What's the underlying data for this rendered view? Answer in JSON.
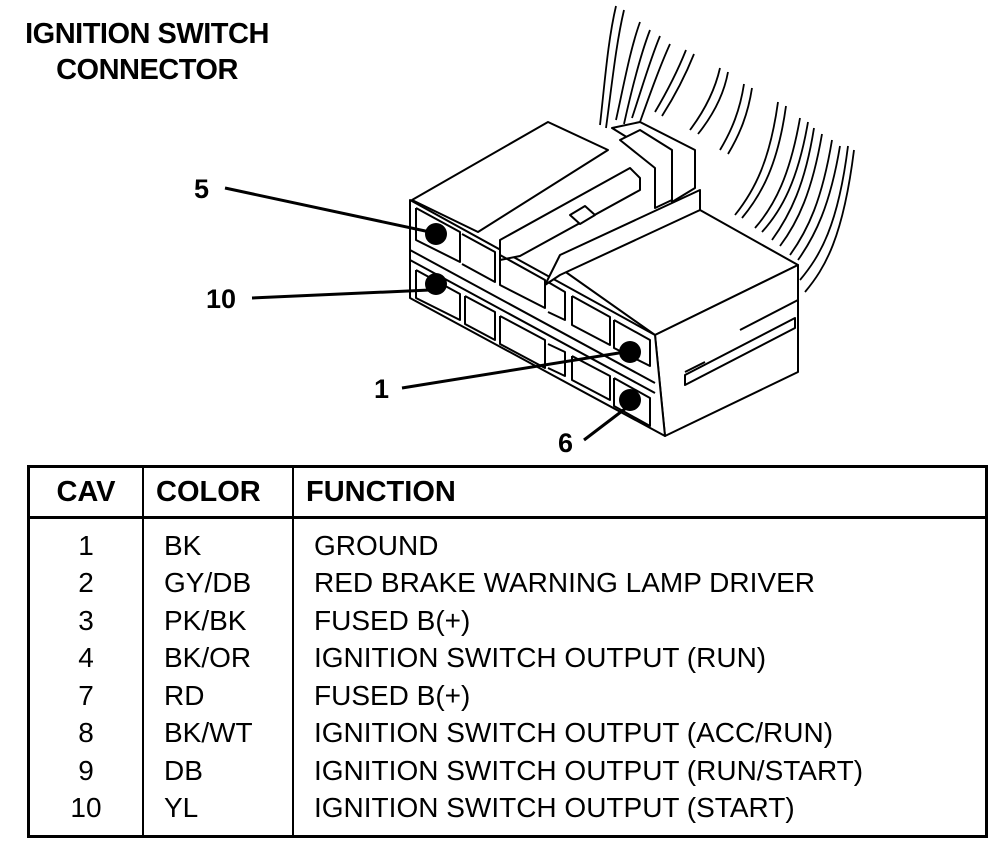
{
  "title": {
    "line1": "IGNITION SWITCH",
    "line2": "CONNECTOR"
  },
  "callouts": [
    {
      "label": "5",
      "target": "cavity-5"
    },
    {
      "label": "10",
      "target": "cavity-10"
    },
    {
      "label": "1",
      "target": "cavity-1"
    },
    {
      "label": "6",
      "target": "cavity-6"
    }
  ],
  "table": {
    "headers": {
      "cav": "CAV",
      "color": "COLOR",
      "function": "FUNCTION"
    },
    "rows": [
      {
        "cav": "1",
        "color": "BK",
        "function": "GROUND"
      },
      {
        "cav": "2",
        "color": "GY/DB",
        "function": "RED BRAKE WARNING LAMP DRIVER"
      },
      {
        "cav": "3",
        "color": "PK/BK",
        "function": "FUSED B(+)"
      },
      {
        "cav": "4",
        "color": "BK/OR",
        "function": "IGNITION SWITCH OUTPUT (RUN)"
      },
      {
        "cav": "7",
        "color": "RD",
        "function": "FUSED B(+)"
      },
      {
        "cav": "8",
        "color": "BK/WT",
        "function": "IGNITION SWITCH OUTPUT (ACC/RUN)"
      },
      {
        "cav": "9",
        "color": "DB",
        "function": "IGNITION SWITCH OUTPUT (RUN/START)"
      },
      {
        "cav": "10",
        "color": "YL",
        "function": "IGNITION SWITCH OUTPUT (START)"
      }
    ]
  }
}
